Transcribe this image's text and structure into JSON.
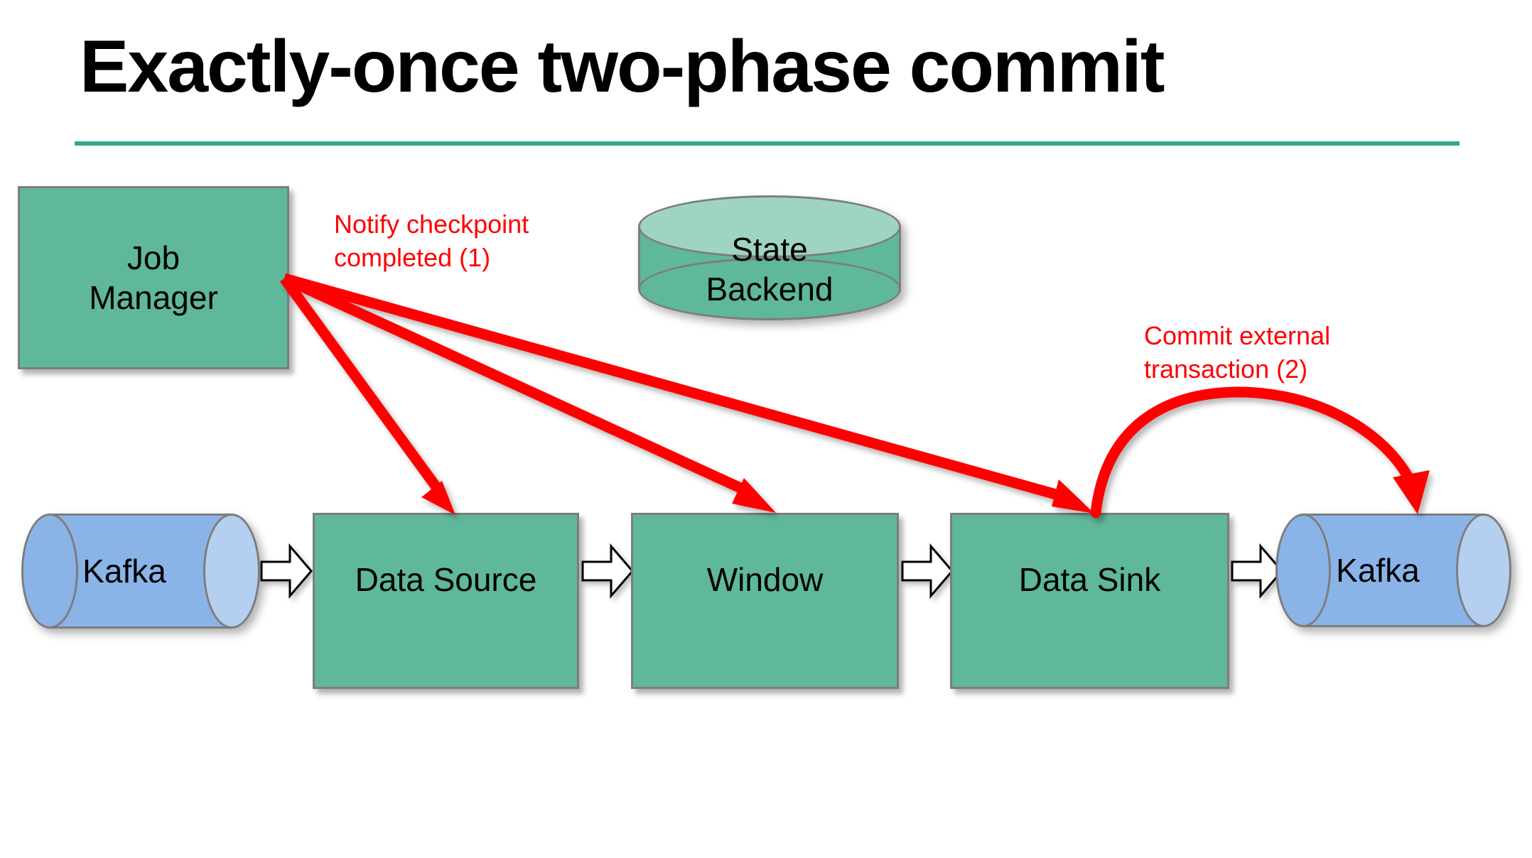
{
  "slide": {
    "title": "Exactly-once two-phase commit",
    "accent_color": "#2FA98C",
    "background": "#ffffff"
  },
  "colors": {
    "process_fill": "#5FB79C",
    "queue_fill": "#8AB4E8",
    "queue_cap": "#B4CFF0",
    "cylinder_top": "#9FD4C4",
    "shape_border": "#7D7D7D",
    "annotation_red": "#FF0000"
  },
  "nodes": {
    "job_manager": {
      "label": "Job\nManager",
      "type": "process-box"
    },
    "state_backend": {
      "label": "State\nBackend",
      "type": "cylinder-vertical"
    },
    "kafka_source": {
      "label": "Kafka",
      "type": "cylinder-horizontal"
    },
    "data_source": {
      "label": "Data Source",
      "type": "process-box"
    },
    "window": {
      "label": "Window",
      "type": "process-box"
    },
    "data_sink": {
      "label": "Data Sink",
      "type": "process-box"
    },
    "kafka_sink": {
      "label": "Kafka",
      "type": "cylinder-horizontal"
    }
  },
  "annotations": [
    {
      "text": "Notify checkpoint\ncompleted (1)",
      "color": "#FF0000"
    },
    {
      "text": "Commit external\ntransaction (2)",
      "color": "#FF0000"
    }
  ],
  "flow_arrows": [
    {
      "from": "kafka_source",
      "to": "data_source",
      "style": "block-arrow-outline"
    },
    {
      "from": "data_source",
      "to": "window",
      "style": "block-arrow-outline"
    },
    {
      "from": "window",
      "to": "data_sink",
      "style": "block-arrow-outline"
    },
    {
      "from": "data_sink",
      "to": "kafka_sink",
      "style": "block-arrow-outline"
    }
  ],
  "control_arrows": [
    {
      "from": "job_manager",
      "to": "data_source",
      "color": "#FF0000",
      "label_ref": 0
    },
    {
      "from": "job_manager",
      "to": "window",
      "color": "#FF0000",
      "label_ref": 0
    },
    {
      "from": "job_manager",
      "to": "data_sink",
      "color": "#FF0000",
      "label_ref": 0
    },
    {
      "from": "data_sink",
      "to": "kafka_sink",
      "color": "#FF0000",
      "label_ref": 1,
      "curved": true
    }
  ]
}
